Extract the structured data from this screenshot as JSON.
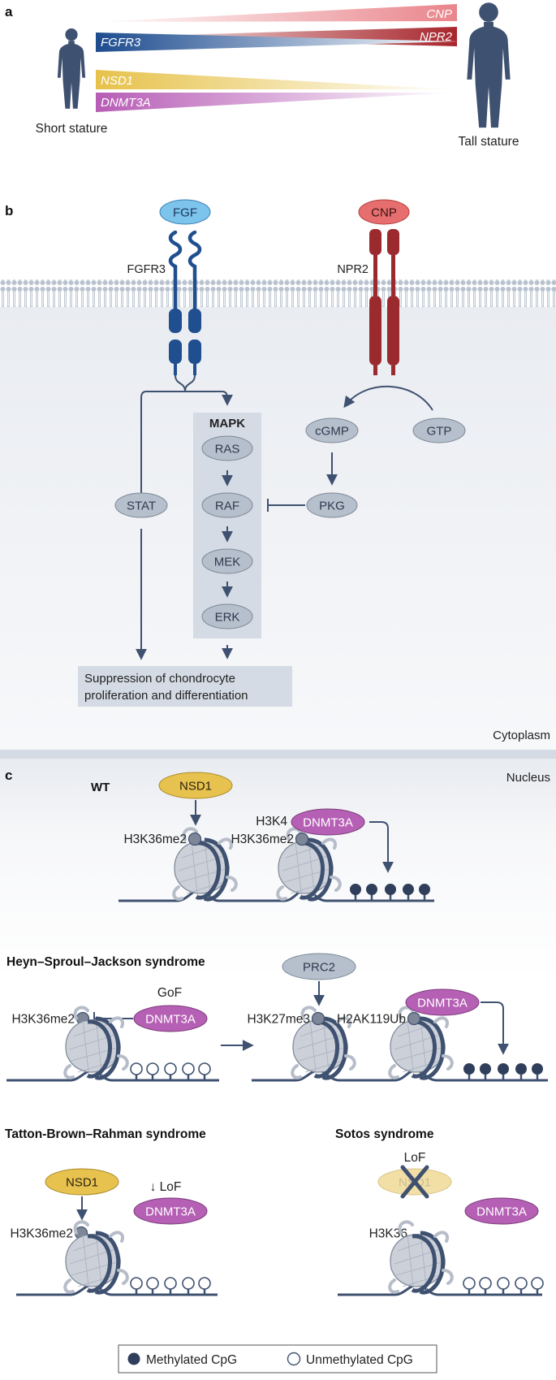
{
  "panel_a": {
    "letter": "a",
    "short_label": "Short stature",
    "tall_label": "Tall stature",
    "bars": {
      "cnp": "CNP",
      "npr2": "NPR2",
      "fgfr3": "FGFR3",
      "nsd1": "NSD1",
      "dnmt3a": "DNMT3A"
    }
  },
  "panel_b": {
    "letter": "b",
    "fgf": "FGF",
    "fgfr3": "FGFR3",
    "cnp": "CNP",
    "npr2": "NPR2",
    "mapk": "MAPK",
    "ras": "RAS",
    "raf": "RAF",
    "mek": "MEK",
    "erk": "ERK",
    "stat": "STAT",
    "cgmp": "cGMP",
    "gtp": "GTP",
    "pkg": "PKG",
    "outcome_line1": "Suppression of chondrocyte",
    "outcome_line2": "proliferation and differentiation",
    "cytoplasm": "Cytoplasm"
  },
  "panel_c": {
    "letter": "c",
    "nucleus": "Nucleus",
    "wt": {
      "title": "WT",
      "nsd1": "NSD1",
      "h3k36me2_left": "H3K36me2",
      "h3k4": "H3K4",
      "dnmt3a": "DNMT3A",
      "h3k36me2_right": "H3K36me2"
    },
    "hsj": {
      "title": "Heyn–Sproul–Jackson syndrome",
      "gof": "GoF",
      "h3k36me2": "H3K36me2",
      "dnmt3a_left": "DNMT3A",
      "prc2": "PRC2",
      "h3k27me3": "H3K27me3",
      "h2ak119ub": "H2AK119Ub",
      "dnmt3a_right": "DNMT3A"
    },
    "tbr": {
      "title": "Tatton-Brown–Rahman syndrome",
      "nsd1": "NSD1",
      "lof": "↓ LoF",
      "dnmt3a": "DNMT3A",
      "h3k36me2": "H3K36me2"
    },
    "sotos": {
      "title": "Sotos syndrome",
      "lof": "LoF",
      "nsd1": "NSD1",
      "dnmt3a": "DNMT3A",
      "h3k36": "H3K36"
    }
  },
  "legend": {
    "methylated": "Methylated CpG",
    "unmethylated": "Unmethylated CpG"
  },
  "colors": {
    "navy": "#3f5170",
    "blue": "#1f4f8f",
    "red": "#9b2a2e",
    "yellow": "#e7c24f",
    "purple": "#b560b4",
    "grey_node": "#b6bfcc",
    "fgf_blue": "#7cc4ec",
    "cnp_pink": "#e66e6e"
  }
}
